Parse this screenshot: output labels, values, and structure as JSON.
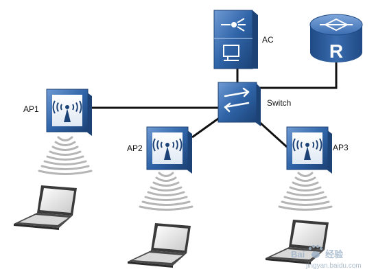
{
  "diagram": {
    "nodes": {
      "ac": {
        "label": "AC",
        "icon": "wireless-controller-icon"
      },
      "router": {
        "label": "R",
        "icon": "router-icon"
      },
      "switch": {
        "label": "Switch",
        "icon": "switch-icon"
      },
      "ap1": {
        "label": "AP1",
        "icon": "access-point-icon"
      },
      "ap2": {
        "label": "AP2",
        "icon": "access-point-icon"
      },
      "ap3": {
        "label": "AP3",
        "icon": "access-point-icon"
      }
    },
    "clients": [
      {
        "icon": "laptop-icon"
      },
      {
        "icon": "laptop-icon"
      },
      {
        "icon": "laptop-icon"
      }
    ],
    "links": [
      {
        "from": "switch",
        "to": "ac"
      },
      {
        "from": "switch",
        "to": "router"
      },
      {
        "from": "switch",
        "to": "ap1"
      },
      {
        "from": "switch",
        "to": "ap2"
      },
      {
        "from": "switch",
        "to": "ap3"
      }
    ],
    "colors": {
      "device": "#2c5d9b",
      "device_light": "#4a7fc1",
      "link": "#111111",
      "wifi": "#b5b5b5"
    }
  },
  "watermark": {
    "text": "Bai",
    "sub": "经验",
    "url": "jingyan.baidu.com"
  }
}
